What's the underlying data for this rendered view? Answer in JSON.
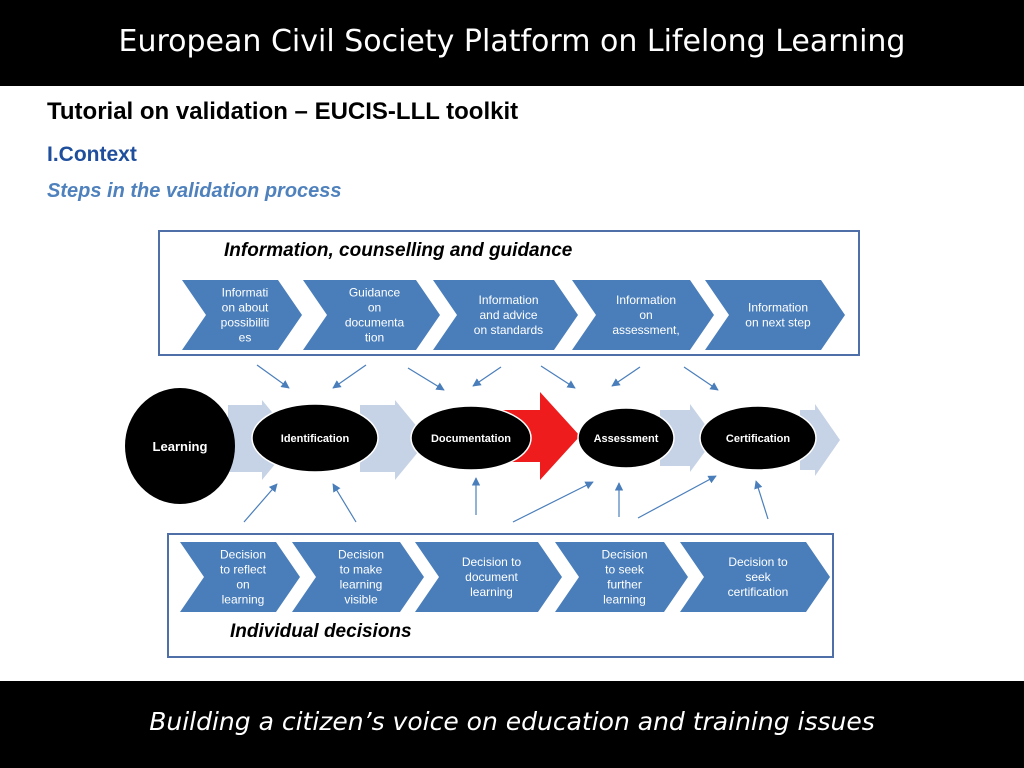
{
  "header": {
    "title": "European Civil Society Platform on Lifelong Learning"
  },
  "slide": {
    "title": "Tutorial on validation – EUCIS-LLL toolkit",
    "subtitle": "I.Context",
    "steps_heading": "Steps in the validation process"
  },
  "info_panel": {
    "title": "Information, counselling and guidance",
    "steps": [
      {
        "lines": [
          "Informati",
          "on about",
          "possibiliti",
          "es"
        ]
      },
      {
        "lines": [
          "Guidance",
          "on",
          "documenta",
          "tion"
        ]
      },
      {
        "lines": [
          "Information",
          "and advice",
          "on standards"
        ]
      },
      {
        "lines": [
          "Information",
          "on",
          "assessment,"
        ]
      },
      {
        "lines": [
          "Information",
          "on next step"
        ]
      }
    ]
  },
  "process": {
    "start": "Learning",
    "stages": [
      {
        "label": "Identification"
      },
      {
        "label": "Documentation"
      },
      {
        "label": "Assessment"
      },
      {
        "label": "Certification"
      }
    ]
  },
  "decisions_panel": {
    "title": "Individual decisions",
    "steps": [
      {
        "lines": [
          "Decision",
          "to reflect",
          "on",
          "learning"
        ]
      },
      {
        "lines": [
          "Decision",
          "to make",
          "learning",
          "visible"
        ]
      },
      {
        "lines": [
          "Decision to",
          "document",
          "learning"
        ]
      },
      {
        "lines": [
          "Decision",
          "to seek",
          "further",
          "learning"
        ]
      },
      {
        "lines": [
          "Decision to",
          "seek",
          "certification"
        ]
      }
    ]
  },
  "colors": {
    "chevron": "#4a7ebb",
    "panel_border": "#4f6fa8",
    "flow_arrow": "#c6d2e6",
    "highlight_arrow": "#ee1c1c",
    "ellipse": "#000000"
  },
  "footer": {
    "text": "Building a citizen’s voice on education and training issues"
  }
}
